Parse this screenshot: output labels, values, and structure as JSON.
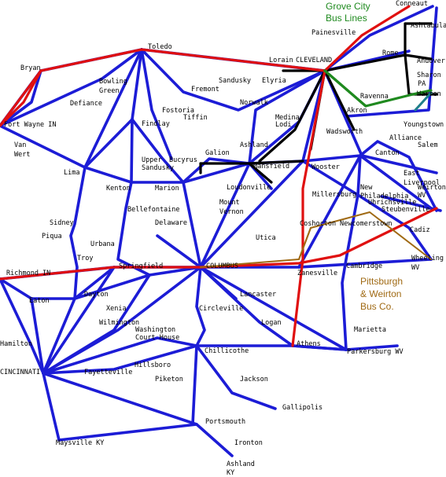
{
  "map": {
    "labels": [
      {
        "id": "conneaut",
        "text": "Conneaut"
      },
      {
        "id": "ashtabula",
        "text": "Ashtabula"
      },
      {
        "id": "painesville",
        "text": "Painesville"
      },
      {
        "id": "andover",
        "text": "Andover"
      },
      {
        "id": "rome",
        "text": "Rome"
      },
      {
        "id": "sharon",
        "text": "Sharon"
      },
      {
        "id": "sharon_pa",
        "text": "PA"
      },
      {
        "id": "warren",
        "text": "Warren"
      },
      {
        "id": "ravenna",
        "text": "Ravenna"
      },
      {
        "id": "youngstown",
        "text": "Youngstown"
      },
      {
        "id": "toledo",
        "text": "Toledo"
      },
      {
        "id": "bryan",
        "text": "Bryan"
      },
      {
        "id": "bowling",
        "text": "Bowling"
      },
      {
        "id": "green",
        "text": "Green"
      },
      {
        "id": "defiance",
        "text": "Defiance"
      },
      {
        "id": "lorain",
        "text": "Lorain"
      },
      {
        "id": "cleveland",
        "text": "CLEVELAND"
      },
      {
        "id": "sandusky",
        "text": "Sandusky"
      },
      {
        "id": "elyria",
        "text": "Elyria"
      },
      {
        "id": "fremont",
        "text": "Fremont"
      },
      {
        "id": "norwalk",
        "text": "Norwalk"
      },
      {
        "id": "fostoria",
        "text": "Fostoria"
      },
      {
        "id": "tiffin",
        "text": "Tiffin"
      },
      {
        "id": "medina",
        "text": "Medina"
      },
      {
        "id": "lodi",
        "text": "Lodi"
      },
      {
        "id": "akron",
        "text": "Akron"
      },
      {
        "id": "wadsworth",
        "text": "Wadsworth"
      },
      {
        "id": "fortwayne",
        "text": "Fort Wayne IN"
      },
      {
        "id": "findlay",
        "text": "Findlay"
      },
      {
        "id": "van",
        "text": "Van"
      },
      {
        "id": "wert",
        "text": "Wert"
      },
      {
        "id": "alliance",
        "text": "Alliance"
      },
      {
        "id": "salem",
        "text": "Salem"
      },
      {
        "id": "galion",
        "text": "Galion"
      },
      {
        "id": "ashland",
        "text": "Ashland"
      },
      {
        "id": "canton",
        "text": "Canton"
      },
      {
        "id": "upper",
        "text": "Upper"
      },
      {
        "id": "upsandusky",
        "text": "Sandusky"
      },
      {
        "id": "bucyrus",
        "text": "Bucyrus"
      },
      {
        "id": "mansfield",
        "text": "Mansfield"
      },
      {
        "id": "wooster",
        "text": "Wooster"
      },
      {
        "id": "lima",
        "text": "Lima"
      },
      {
        "id": "eastliverpool",
        "text": "East"
      },
      {
        "id": "eastliverpool2",
        "text": "Liverpool"
      },
      {
        "id": "weirton",
        "text": "Weirton"
      },
      {
        "id": "weirton_wv",
        "text": "WV"
      },
      {
        "id": "kenton",
        "text": "Kenton"
      },
      {
        "id": "marion",
        "text": "Marion"
      },
      {
        "id": "loudonville",
        "text": "Loudonville"
      },
      {
        "id": "millersburg",
        "text": "Millersburg"
      },
      {
        "id": "new",
        "text": "New"
      },
      {
        "id": "philadelphia",
        "text": "Philadelphia"
      },
      {
        "id": "uhrichsville",
        "text": "Uhrichsville"
      },
      {
        "id": "steubenville",
        "text": "Steubenville"
      },
      {
        "id": "bellefontaine",
        "text": "Bellefontaine"
      },
      {
        "id": "mount",
        "text": "Mount"
      },
      {
        "id": "vernon",
        "text": "Vernon"
      },
      {
        "id": "sidney",
        "text": "Sidney"
      },
      {
        "id": "delaware",
        "text": "Delaware"
      },
      {
        "id": "coshocton",
        "text": "Coshocton"
      },
      {
        "id": "newcomerstown",
        "text": "Newcomerstown"
      },
      {
        "id": "cadiz",
        "text": "Cadiz"
      },
      {
        "id": "piqua",
        "text": "Piqua"
      },
      {
        "id": "urbana",
        "text": "Urbana"
      },
      {
        "id": "utica",
        "text": "Utica"
      },
      {
        "id": "troy",
        "text": "Troy"
      },
      {
        "id": "wheeling",
        "text": "Wheeling"
      },
      {
        "id": "wheeling_wv",
        "text": "WV"
      },
      {
        "id": "springfield",
        "text": "Springfield"
      },
      {
        "id": "columbus",
        "text": "COLUMBUS"
      },
      {
        "id": "cambridge",
        "text": "Cambridge"
      },
      {
        "id": "richmond",
        "text": "Richmond IN"
      },
      {
        "id": "zanesville",
        "text": "Zanesville"
      },
      {
        "id": "eaton",
        "text": "Eaton"
      },
      {
        "id": "dayton",
        "text": "Dayton"
      },
      {
        "id": "lancaster",
        "text": "Lancaster"
      },
      {
        "id": "xenia",
        "text": "Xenia"
      },
      {
        "id": "circleville",
        "text": "Circleville"
      },
      {
        "id": "wilmington",
        "text": "Wilmington"
      },
      {
        "id": "logan",
        "text": "Logan"
      },
      {
        "id": "washington",
        "text": "Washington"
      },
      {
        "id": "courthouse",
        "text": "Court House"
      },
      {
        "id": "marietta",
        "text": "Marietta"
      },
      {
        "id": "hamilton",
        "text": "Hamilton"
      },
      {
        "id": "athens",
        "text": "Athens"
      },
      {
        "id": "chillicothe",
        "text": "Chillicothe"
      },
      {
        "id": "parkersburg",
        "text": "Parkersburg WV"
      },
      {
        "id": "cincinnati",
        "text": "CINCINNATI"
      },
      {
        "id": "hillsboro",
        "text": "Hillsboro"
      },
      {
        "id": "fayetteville",
        "text": "Fayetteville"
      },
      {
        "id": "piketon",
        "text": "Piketon"
      },
      {
        "id": "jackson",
        "text": "Jackson"
      },
      {
        "id": "gallipolis",
        "text": "Gallipolis"
      },
      {
        "id": "portsmouth",
        "text": "Portsmouth"
      },
      {
        "id": "maysville",
        "text": "Maysville KY"
      },
      {
        "id": "ironton",
        "text": "Ironton"
      },
      {
        "id": "ashland_ky",
        "text": "Ashland"
      },
      {
        "id": "ashland_ky2",
        "text": "KY"
      }
    ]
  },
  "legend": {
    "grove_line1": "Grove City",
    "grove_line2": "Bus Lines",
    "pw_line1": "Pittsburgh",
    "pw_line2": "& Weirton",
    "pw_line3": "Bus Co."
  },
  "colors": {
    "main_network": "#1c1cd6",
    "red_routes": "#e01010",
    "black_routes": "#000000",
    "grove_city": "#1f8a1f",
    "pittsburgh_weirton": "#a06a14",
    "teal_route": "#1f7f8a"
  }
}
